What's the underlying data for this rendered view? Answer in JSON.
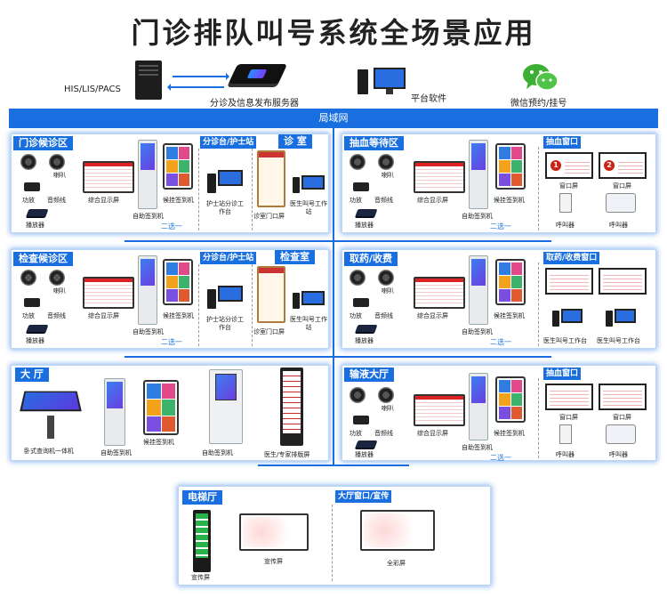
{
  "title": "门诊排队叫号系统全场景应用",
  "top": {
    "his_label": "HIS/LIS/PACS",
    "server_label": "分诊及信息发布服务器",
    "platform_label": "平台软件",
    "wechat_label": "微信预约/挂号"
  },
  "lan_label": "局域网",
  "panels": {
    "clinic_wait": {
      "title": "门诊候诊区",
      "sub1": "分诊台/护士站",
      "sub2": "诊 室",
      "labels": {
        "speaker": "喇叭",
        "amp": "功放",
        "audio_line": "音频线",
        "player": "播放器",
        "composite": "综合显示屏",
        "self_checkin": "自助签到机",
        "reg_checkin": "候挂签到机",
        "choose": "二选一",
        "nurse_ws": "护士站分诊工作台",
        "door_screen": "诊室门口屏",
        "doctor_ws": "医生叫号工作站"
      }
    },
    "blood_wait": {
      "title": "抽血等待区",
      "sub1": "抽血窗口",
      "labels": {
        "speaker": "喇叭",
        "amp": "功放",
        "audio_line": "音频线",
        "player": "播放器",
        "composite": "综合显示屏",
        "self_checkin": "自助签到机",
        "reg_checkin": "候挂签到机",
        "choose": "二选一",
        "window_screen1": "窗口屏",
        "window_screen2": "窗口屏",
        "caller1": "呼叫器",
        "caller2": "呼叫器"
      }
    },
    "exam_wait": {
      "title": "检查候诊区",
      "sub1": "分诊台/护士站",
      "sub2": "检查室",
      "labels": {
        "speaker": "喇叭",
        "amp": "功放",
        "audio_line": "音频线",
        "player": "播放器",
        "composite": "综合显示屏",
        "self_checkin": "自助签到机",
        "reg_checkin": "候挂签到机",
        "choose": "二选一",
        "nurse_ws": "护士站分诊工作台",
        "door_screen": "诊室门口屏",
        "doctor_ws": "医生叫号工作站"
      }
    },
    "pharmacy": {
      "title": "取药/收费",
      "sub1": "取药/收费窗口",
      "labels": {
        "speaker": "喇叭",
        "amp": "功放",
        "audio_line": "音频线",
        "player": "播放器",
        "composite": "综合显示屏",
        "self_checkin": "自助签到机",
        "reg_checkin": "候挂签到机",
        "choose": "二选一",
        "doc_ws1": "医生叫号工作台",
        "doc_ws2": "医生叫号工作台"
      }
    },
    "hall": {
      "title": "大 厅",
      "labels": {
        "query": "卧式查询机一体机",
        "self_checkin": "自助签到机",
        "reg_checkin": "候挂签到机",
        "self_checkin2": "自助签到机",
        "expert_screen": "医生/专家排版屏"
      }
    },
    "infusion": {
      "title": "输液大厅",
      "sub1": "抽血窗口",
      "labels": {
        "speaker": "喇叭",
        "amp": "功放",
        "audio_line": "音频线",
        "player": "播放器",
        "composite": "综合显示屏",
        "self_checkin": "自助签到机",
        "reg_checkin": "候挂签到机",
        "choose": "二选一",
        "window_screen1": "窗口屏",
        "window_screen2": "窗口屏",
        "caller1": "呼叫器",
        "caller2": "呼叫器"
      }
    },
    "elevator": {
      "title": "电梯厅",
      "sub1": "大厅窗口/宣传",
      "labels": {
        "promo1": "宣传屏",
        "promo2": "宣传屏",
        "color_screen": "全彩屏"
      }
    }
  },
  "window_numbers": [
    "1",
    "2"
  ],
  "colors": {
    "accent": "#1a6fe0",
    "ticket_red": "#cc2222"
  }
}
